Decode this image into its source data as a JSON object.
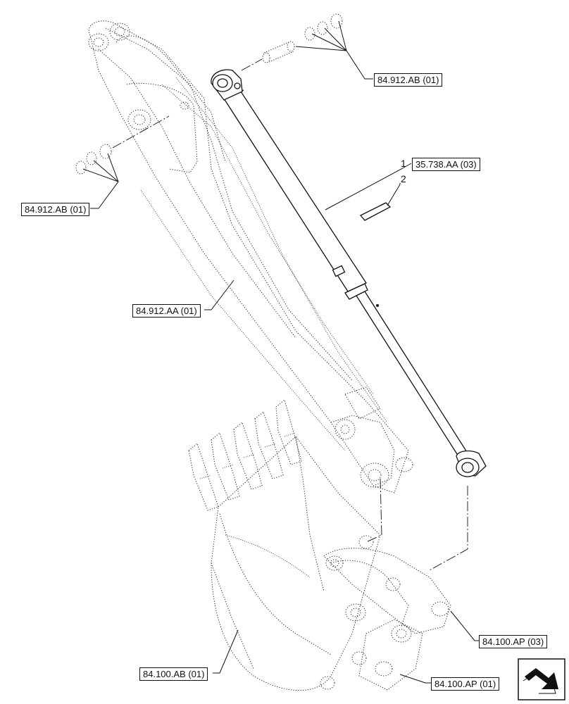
{
  "callouts": {
    "pin_group_top": "84.912.AB (01)",
    "pin_group_left": "84.912.AB (01)",
    "cylinder_ref": "35.738.AA (03)",
    "arm_ref": "84.912.AA (01)",
    "bucket_ref": "84.100.AB (01)",
    "linkage_ref_03": "84.100.AP (03)",
    "linkage_ref_01": "84.100.AP (01)"
  },
  "item_numbers": {
    "cylinder": "1",
    "lubricator": "2"
  },
  "icons": {
    "navigation": "next-page-arrow-icon"
  }
}
